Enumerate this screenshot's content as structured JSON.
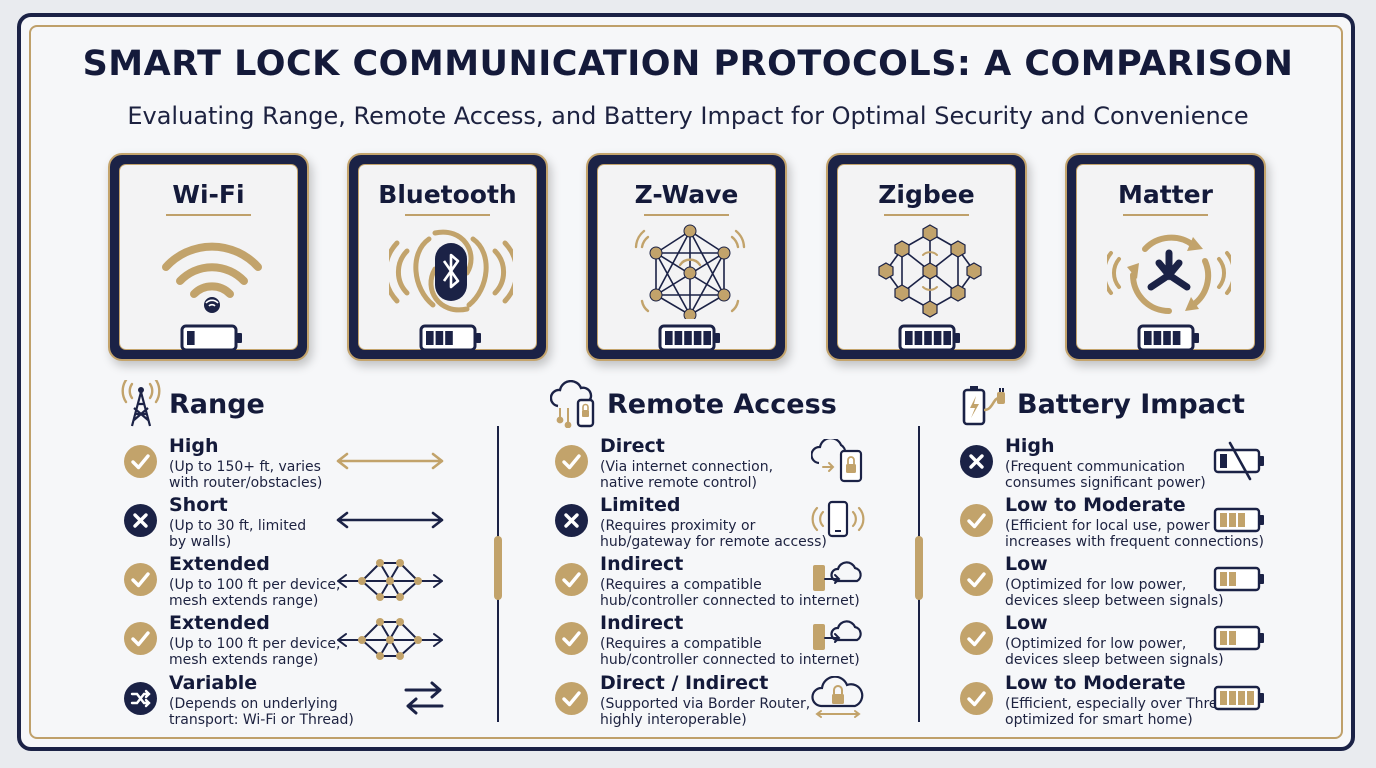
{
  "header": {
    "title": "SMART LOCK COMMUNICATION PROTOCOLS: A COMPARISON",
    "subtitle": "Evaluating Range, Remote Access, and Battery Impact for Optimal Security and Convenience"
  },
  "protocols": [
    {
      "name": "Wi-Fi",
      "icon": "wifi-icon",
      "battery_bars": 1
    },
    {
      "name": "Bluetooth",
      "icon": "bluetooth-icon",
      "battery_bars": 3
    },
    {
      "name": "Z-Wave",
      "icon": "mesh-network-icon",
      "battery_bars": 5
    },
    {
      "name": "Zigbee",
      "icon": "hexagon-mesh-icon",
      "battery_bars": 5
    },
    {
      "name": "Matter",
      "icon": "matter-logo-icon",
      "battery_bars": 4
    }
  ],
  "sections": {
    "range": {
      "title": "Range",
      "icon": "antenna-tower-icon",
      "rows": [
        {
          "status": "check",
          "label": "High",
          "desc1": "(Up to 150+ ft, varies",
          "desc2": "with router/obstacles)",
          "icon": "double-arrow-icon"
        },
        {
          "status": "cross",
          "label": "Short",
          "desc1": "(Up to 30 ft, limited",
          "desc2": "by walls)",
          "icon": "double-arrow-icon"
        },
        {
          "status": "check",
          "label": "Extended",
          "desc1": "(Up to 100 ft per device,",
          "desc2": "mesh extends range)",
          "icon": "mesh-arrow-icon"
        },
        {
          "status": "check",
          "label": "Extended",
          "desc1": "(Up to 100 ft per device,",
          "desc2": "mesh extends range)",
          "icon": "mesh-arrow-icon"
        },
        {
          "status": "shuffle",
          "label": "Variable",
          "desc1": "(Depends on underlying",
          "desc2": "transport: Wi-Fi or Thread)",
          "icon": "swap-arrows-icon"
        }
      ]
    },
    "remote": {
      "title": "Remote Access",
      "icon": "cloud-phone-icon",
      "rows": [
        {
          "status": "check",
          "label": "Direct",
          "desc1": "(Via internet connection,",
          "desc2": "native remote control)",
          "icon": "cloud-lock-phone-icon"
        },
        {
          "status": "cross",
          "label": "Limited",
          "desc1": "(Requires proximity or",
          "desc2": "hub/gateway for remote access)",
          "icon": "phone-signal-icon"
        },
        {
          "status": "check",
          "label": "Indirect",
          "desc1": "(Requires a compatible",
          "desc2": "hub/controller connected to internet)",
          "icon": "hub-cloud-icon"
        },
        {
          "status": "check",
          "label": "Indirect",
          "desc1": "(Requires a compatible",
          "desc2": "hub/controller connected to internet)",
          "icon": "hub-cloud-icon"
        },
        {
          "status": "check",
          "label": "Direct / Indirect",
          "desc1": "(Supported via Border Router,",
          "desc2": "highly interoperable)",
          "icon": "cloud-lock-icon"
        }
      ]
    },
    "battery": {
      "title": "Battery Impact",
      "icon": "battery-plug-icon",
      "rows": [
        {
          "status": "cross",
          "label": "High",
          "desc1": "(Frequent communication",
          "desc2": "consumes significant power)",
          "icon": "battery-slashed-icon"
        },
        {
          "status": "check",
          "label": "Low to Moderate",
          "desc1": "(Efficient for local use, power",
          "desc2": "increases with frequent connections)",
          "icon": "battery-half-icon"
        },
        {
          "status": "check",
          "label": "Low",
          "desc1": "(Optimized for low power,",
          "desc2": "devices sleep between signals)",
          "icon": "battery-low-icon"
        },
        {
          "status": "check",
          "label": "Low",
          "desc1": "(Optimized for low power,",
          "desc2": "devices sleep between signals)",
          "icon": "battery-low-icon"
        },
        {
          "status": "check",
          "label": "Low to Moderate",
          "desc1": "(Efficient, especially over Thread,",
          "desc2": "optimized for smart home)",
          "icon": "battery-full-icon"
        }
      ]
    }
  },
  "colors": {
    "navy": "#1b2246",
    "gold": "#c2a36b",
    "background": "#f6f7f9"
  }
}
